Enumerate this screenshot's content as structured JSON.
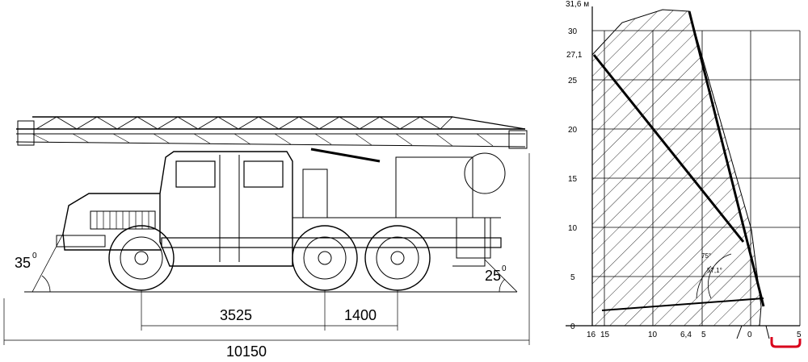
{
  "truck": {
    "angle_front": "35",
    "angle_rear": "25",
    "angle_unit": "0",
    "dim_wheelbase_front": "3525",
    "dim_wheelbase_rear": "1400",
    "dim_overall_length": "10150"
  },
  "reach_chart": {
    "y_axis_title": "31,6 м",
    "y_ticks": [
      "27,1",
      "30",
      "25",
      "20",
      "15",
      "10",
      "5",
      "0"
    ],
    "x_ticks": [
      "16",
      "15",
      "10",
      "6,4",
      "5",
      "0",
      "5"
    ],
    "angle_labels": [
      "75°",
      "57,1°"
    ],
    "highlight_color": "#d9001b"
  }
}
